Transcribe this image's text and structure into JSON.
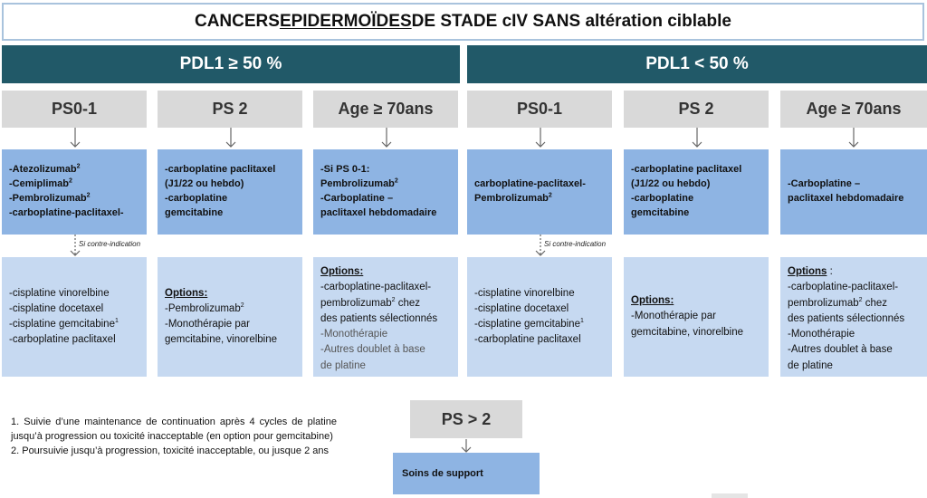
{
  "title": {
    "part1": "CANCERS ",
    "part2": "EPIDERMOÏDES ",
    "part3": "DE STADE cIV SANS altération ciblable"
  },
  "groups": [
    {
      "label": "PDL1 ≥ 50 %"
    },
    {
      "label": "PDL1 < 50 %"
    }
  ],
  "columns": [
    {
      "ps": "PS0-1",
      "treatment": [
        {
          "text": "-Atezolizumab",
          "sup": "2"
        },
        {
          "text": "-Cemiplimab",
          "sup": "2"
        },
        {
          "text": "-Pembrolizumab",
          "sup": "2"
        },
        {
          "text": "-carboplatine-paclitaxel-",
          "sup": ""
        }
      ],
      "contre_indication": "Si contre-indication",
      "options": {
        "label": "",
        "items": [
          {
            "text": "-cisplatine vinorelbine",
            "sup": ""
          },
          {
            "text": "-cisplatine docetaxel",
            "sup": ""
          },
          {
            "text": "-cisplatine gemcitabine",
            "sup": "1"
          },
          {
            "text": "-carboplatine paclitaxel",
            "sup": ""
          }
        ]
      }
    },
    {
      "ps": "PS 2",
      "treatment": [
        {
          "text": "-carboplatine paclitaxel",
          "sup": ""
        },
        {
          "text": "(J1/22 ou hebdo)",
          "sup": ""
        },
        {
          "text": "-carboplatine",
          "sup": ""
        },
        {
          "text": "gemcitabine",
          "sup": ""
        }
      ],
      "options": {
        "label": "Options:",
        "items": [
          {
            "text": "-Pembrolizumab",
            "sup": "2"
          },
          {
            "text": "-Monothérapie par",
            "sup": ""
          },
          {
            "text": "gemcitabine, vinorelbine",
            "sup": ""
          }
        ]
      }
    },
    {
      "ps": "Age ≥ 70ans",
      "treatment": [
        {
          "text": "-Si PS 0-1:",
          "sup": ""
        },
        {
          "text": "Pembrolizumab",
          "sup": "2"
        },
        {
          "text": "-Carboplatine –",
          "sup": ""
        },
        {
          "text": "paclitaxel hebdomadaire",
          "sup": ""
        }
      ],
      "options": {
        "label": "Options:",
        "items": [
          {
            "text": "-carboplatine-paclitaxel-",
            "sup": ""
          },
          {
            "text": "pembrolizumab",
            "sup": "2",
            "after": " chez"
          },
          {
            "text": "des patients sélectionnés",
            "sup": ""
          },
          {
            "text": "-Monothérapie",
            "sup": "",
            "grey": true
          },
          {
            "text": "-Autres doublet à base",
            "sup": "",
            "grey": true
          },
          {
            "text": "de platine",
            "sup": "",
            "grey": true
          }
        ]
      }
    },
    {
      "ps": "PS0-1",
      "treatment": [
        {
          "text": "carboplatine-paclitaxel-",
          "sup": ""
        },
        {
          "text": "Pembrolizumab",
          "sup": "2"
        }
      ],
      "contre_indication": "Si contre-indication",
      "options": {
        "label": "",
        "items": [
          {
            "text": "-cisplatine vinorelbine",
            "sup": ""
          },
          {
            "text": "-cisplatine docetaxel",
            "sup": ""
          },
          {
            "text": "-cisplatine gemcitabine",
            "sup": "1"
          },
          {
            "text": "-carboplatine paclitaxel",
            "sup": ""
          }
        ]
      }
    },
    {
      "ps": "PS 2",
      "treatment": [
        {
          "text": "-carboplatine paclitaxel",
          "sup": ""
        },
        {
          "text": "(J1/22 ou hebdo)",
          "sup": ""
        },
        {
          "text": "-carboplatine",
          "sup": ""
        },
        {
          "text": "gemcitabine",
          "sup": ""
        }
      ],
      "options": {
        "label": "Options:",
        "items": [
          {
            "text": "-Monothérapie par",
            "sup": ""
          },
          {
            "text": "gemcitabine, vinorelbine",
            "sup": ""
          }
        ]
      }
    },
    {
      "ps": "Age ≥ 70ans",
      "treatment": [
        {
          "text": "-Carboplatine –",
          "sup": ""
        },
        {
          "text": "paclitaxel hebdomadaire",
          "sup": ""
        }
      ],
      "options": {
        "label": "Options",
        "label_suffix": " :",
        "items": [
          {
            "text": "-carboplatine-paclitaxel-",
            "sup": ""
          },
          {
            "text": "pembrolizumab",
            "sup": "2",
            "after": " chez"
          },
          {
            "text": "des patients sélectionnés",
            "sup": ""
          },
          {
            "text": "-Monothérapie",
            "sup": ""
          },
          {
            "text": "-Autres doublet à base",
            "sup": ""
          },
          {
            "text": "de platine",
            "sup": ""
          }
        ]
      }
    }
  ],
  "footnotes": {
    "note1": "1. Suivie d’une maintenance de continuation après 4 cycles de platine jusqu’à progression ou toxicité inacceptable (en option pour gemcitabine)",
    "note2": "2. Poursuivie jusqu’à progression, toxicité inacceptable, ou jusque 2 ans"
  },
  "ps_gt2": {
    "label": "PS > 2",
    "treatment": "Soins de support"
  }
}
